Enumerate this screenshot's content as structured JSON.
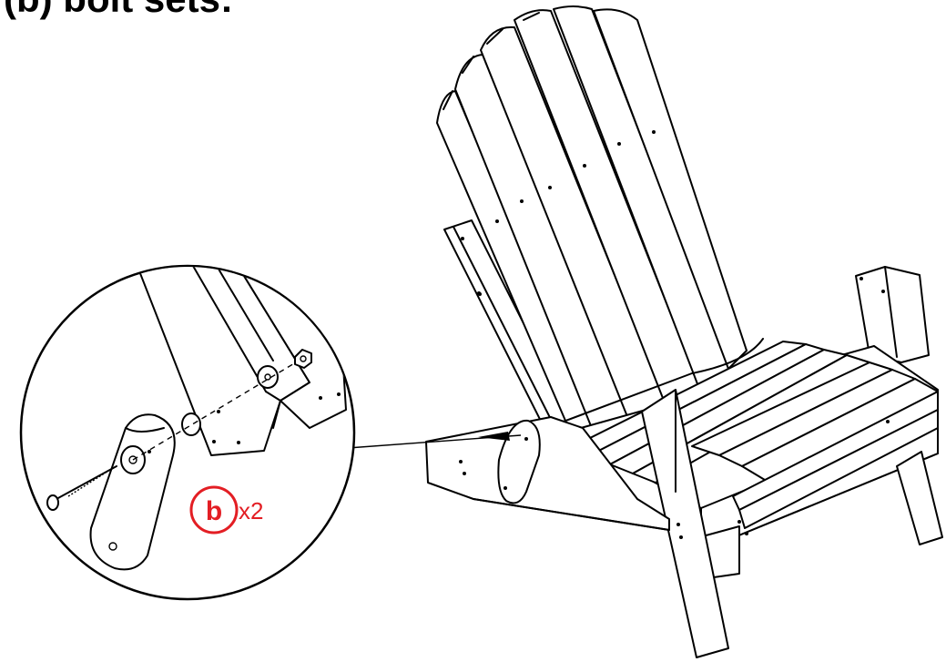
{
  "title": "(b) bolt sets:",
  "part_badge": {
    "letter": "b",
    "quantity": "x2",
    "color": "#e31e24"
  },
  "icons": [
    "adirondack-chair-drawing",
    "bolt-detail-callout",
    "bolt-icon",
    "washer-icon",
    "nut-icon",
    "arm-bracket-icon"
  ]
}
